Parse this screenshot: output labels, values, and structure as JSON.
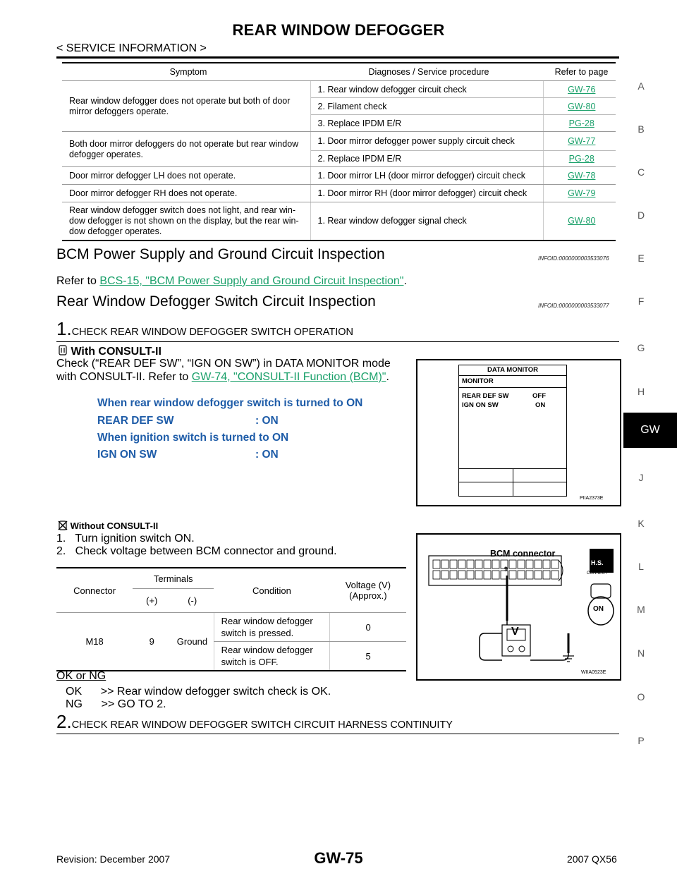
{
  "header": {
    "title": "REAR WINDOW DEFOGGER",
    "section": "< SERVICE INFORMATION >"
  },
  "side_index": {
    "letters": [
      "A",
      "B",
      "C",
      "D",
      "E",
      "F",
      "G",
      "H",
      "J",
      "K",
      "L",
      "M",
      "N",
      "O",
      "P"
    ],
    "active_tab": "GW"
  },
  "symptom_table": {
    "headers": [
      "Symptom",
      "Diagnoses / Service procedure",
      "Refer to page"
    ],
    "rows": [
      {
        "symptom": "Rear window defogger does not operate but both of door mirror defoggers operate.",
        "items": [
          {
            "procedure": "1. Rear window defogger circuit check",
            "ref": "GW-76"
          },
          {
            "procedure": "2. Filament check",
            "ref": "GW-80"
          },
          {
            "procedure": "3. Replace IPDM E/R",
            "ref": "PG-28"
          }
        ]
      },
      {
        "symptom": "Both door mirror defoggers do not operate but  rear window defogger operates.",
        "items": [
          {
            "procedure": "1. Door mirror defogger power supply circuit check",
            "ref": "GW-77"
          },
          {
            "procedure": "2. Replace IPDM E/R",
            "ref": "PG-28"
          }
        ]
      },
      {
        "symptom": "Door mirror defogger LH does not operate.",
        "items": [
          {
            "procedure": "1. Door mirror LH (door mirror defogger) circuit check",
            "ref": "GW-78"
          }
        ]
      },
      {
        "symptom": "Door mirror defogger RH does not operate.",
        "items": [
          {
            "procedure": "1. Door mirror RH (door mirror defogger) circuit check",
            "ref": "GW-79"
          }
        ]
      },
      {
        "symptom": "Rear window defogger switch does not light, and rear win-\ndow defogger is not shown on the display, but the rear win-\ndow defogger operates.",
        "items": [
          {
            "procedure": "1. Rear window defogger signal check",
            "ref": "GW-80"
          }
        ]
      }
    ]
  },
  "bcm_section": {
    "heading": "BCM Power Supply and Ground Circuit Inspection",
    "infoid": "INFOID:0000000003533076",
    "refer_prefix": "Refer to ",
    "refer_link": "BCS-15, \"BCM Power Supply and Ground Circuit Inspection\"",
    "refer_suffix": "."
  },
  "switch_section": {
    "heading": "Rear Window Defogger Switch Circuit Inspection",
    "infoid": "INFOID:0000000003533077"
  },
  "step1": {
    "number": "1.",
    "title": "CHECK REAR WINDOW DEFOGGER SWITCH OPERATION",
    "with_consult": "With CONSULT-II",
    "check_line1": "Check (“REAR DEF SW”, “IGN ON SW”) in DATA MONITOR mode",
    "check_line2_prefix": "with CONSULT-II. Refer to ",
    "check_link": "GW-74, \"CONSULT-II Function (BCM)\"",
    "check_suffix": ".",
    "conditions": [
      {
        "label": "When rear window defogger switch is turned to ON"
      },
      {
        "label": "REAR DEF SW",
        "value": ": ON"
      },
      {
        "label": "When ignition switch is turned to ON"
      },
      {
        "label": "IGN ON SW",
        "value": ": ON"
      }
    ],
    "without_consult": "Without CONSULT-II",
    "steps": [
      "1.   Turn ignition switch ON.",
      "2.   Check voltage between BCM connector and ground."
    ],
    "ok_ng": "OK or NG",
    "ok_line": "OK      >> Rear window defogger switch check is OK.",
    "ng_line": "NG      >> GO TO 2."
  },
  "data_monitor": {
    "title": "DATA MONITOR",
    "monitor": "MONITOR",
    "rows": [
      {
        "name": "REAR DEF SW",
        "value": "OFF"
      },
      {
        "name": "IGN ON SW",
        "value": "ON"
      }
    ],
    "figure_code": "PIIA2373E"
  },
  "voltage_table": {
    "h_connector": "Connector",
    "h_terminals": "Terminals",
    "h_plus": "(+)",
    "h_minus": "(-)",
    "h_condition": "Condition",
    "h_voltage": "Voltage (V)\n(Approx.)",
    "connector": "M18",
    "plus": "9",
    "minus": "Ground",
    "rows": [
      {
        "condition": "Rear window defogger switch is pressed.",
        "voltage": "0"
      },
      {
        "condition": "Rear window defogger switch is OFF.",
        "voltage": "5"
      }
    ]
  },
  "bcm_figure": {
    "title": "BCM connector",
    "pin": "9",
    "meter": "V",
    "hs": "H.S.",
    "connect": "CONNECT",
    "on": "ON",
    "figure_code": "WIIA0523E"
  },
  "step2": {
    "number": "2.",
    "title": "CHECK REAR WINDOW DEFOGGER SWITCH CIRCUIT HARNESS CONTINUITY"
  },
  "footer": {
    "revision": "Revision: December 2007",
    "page": "GW-75",
    "model": "2007 QX56"
  }
}
